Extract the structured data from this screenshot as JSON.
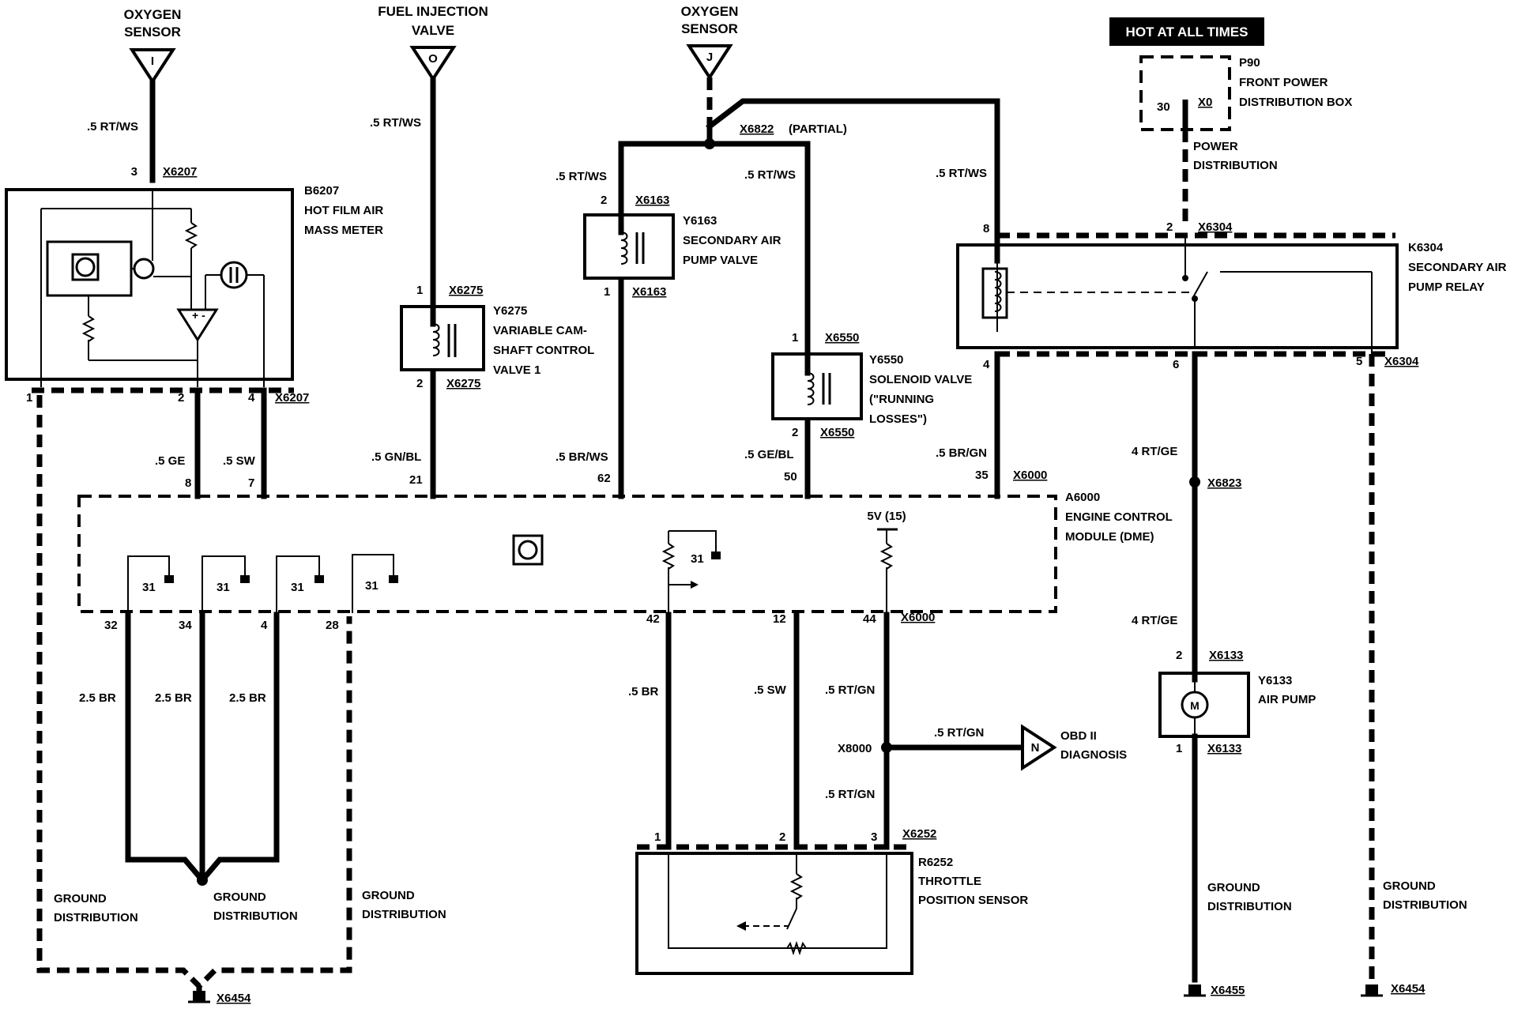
{
  "hot_banner": "HOT AT ALL TIMES",
  "terminals": {
    "oxygen_sensor_left": {
      "title": [
        "OXYGEN",
        "SENSOR"
      ],
      "letter": "I"
    },
    "fuel_injection": {
      "title": [
        "FUEL INJECTION",
        "VALVE"
      ],
      "letter": "O"
    },
    "oxygen_sensor_mid": {
      "title": [
        "OXYGEN",
        "SENSOR"
      ],
      "letter": "J"
    },
    "obd": {
      "title": [
        "OBD II",
        "DIAGNOSIS"
      ],
      "letter": "N"
    }
  },
  "components": {
    "b6207": [
      "B6207",
      "HOT FILM AIR",
      "MASS METER"
    ],
    "y6275": [
      "Y6275",
      "VARIABLE CAM-",
      "SHAFT CONTROL",
      "VALVE 1"
    ],
    "y6163": [
      "Y6163",
      "SECONDARY AIR",
      "PUMP VALVE"
    ],
    "y6550": [
      "Y6550",
      "SOLENOID VALVE",
      "(\"RUNNING",
      "LOSSES\")"
    ],
    "p90": [
      "P90",
      "FRONT POWER",
      "DISTRIBUTION BOX"
    ],
    "power_distribution": [
      "POWER",
      "DISTRIBUTION"
    ],
    "k6304": [
      "K6304",
      "SECONDARY AIR",
      "PUMP RELAY"
    ],
    "a6000": [
      "A6000",
      "ENGINE CONTROL",
      "MODULE (DME)"
    ],
    "y6133": [
      "Y6133",
      "AIR PUMP"
    ],
    "r6252": [
      "R6252",
      "THROTTLE",
      "POSITION SENSOR"
    ],
    "ground_distribution": [
      "GROUND",
      "DISTRIBUTION"
    ]
  },
  "p90_terms": {
    "pin": "30",
    "x": "X0"
  },
  "wire_colors": {
    "rt_ws": ".5 RT/WS",
    "ge": ".5 GE",
    "sw_small": ".5 SW",
    "gn_bl": ".5 GN/BL",
    "br_ws": ".5 BR/WS",
    "ge_bl": ".5 GE/BL",
    "br_gn": ".5 BR/GN",
    "rt_ge4": "4 RT/GE",
    "br25": "2.5 BR",
    "br": ".5 BR",
    "sw": ".5 SW",
    "rt_gn": ".5 RT/GN"
  },
  "connectors": {
    "x6207": "X6207",
    "x6275": "X6275",
    "x6822": "X6822",
    "partial": "(PARTIAL)",
    "x6163": "X6163",
    "x6550": "X6550",
    "x6304": "X6304",
    "x6000": "X6000",
    "x6823": "X6823",
    "x6133": "X6133",
    "x8000": "X8000",
    "x6252": "X6252",
    "x6454": "X6454",
    "x6455": "X6455"
  },
  "pins": {
    "p1": "1",
    "p2": "2",
    "p3": "3",
    "p4": "4",
    "p5": "5",
    "p6": "6",
    "p7": "7",
    "p8": "8",
    "p12": "12",
    "p21": "21",
    "p28": "28",
    "p30": "30",
    "p31": "31",
    "p32": "32",
    "p34": "34",
    "p35": "35",
    "p42": "42",
    "p44": "44",
    "p50": "50",
    "p62": "62"
  },
  "misc": {
    "five_v": "5V (15)"
  }
}
